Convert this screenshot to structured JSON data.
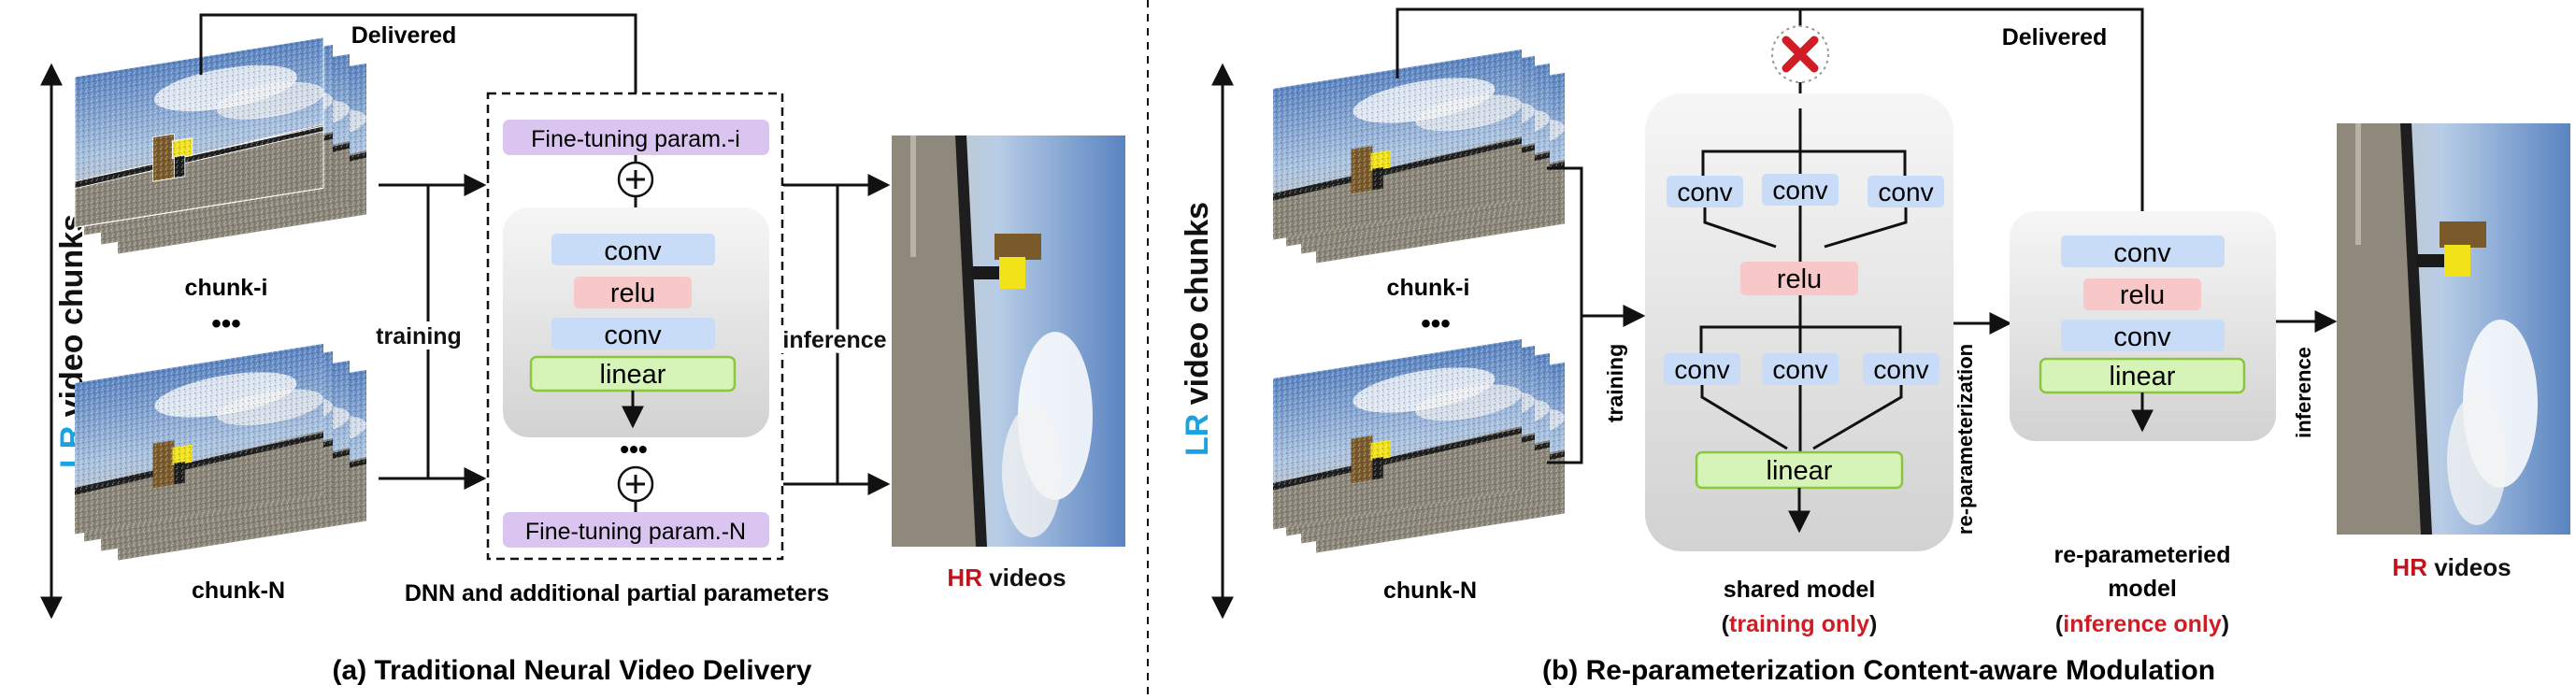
{
  "colors": {
    "lr_blue": "#1aa3e0",
    "hr_red": "#c0141c",
    "conv_fill": "#c9dcf7",
    "relu_fill": "#f8c8c8",
    "linear_fill": "#d6f3b8",
    "linear_stroke": "#8cc63f",
    "param_fill": "#d9c5ef",
    "x_red": "#d01c24"
  },
  "left": {
    "delivered": "Delivered",
    "axis_lr": "LR",
    "axis_rest": " video chunks",
    "chunk_i": "chunk-i",
    "dots": "•••",
    "chunk_n": "chunk-N",
    "training": "training",
    "inference": "inference",
    "param_top": "Fine-tuning param.-i",
    "param_bottom": "Fine-tuning param.-N",
    "layers": [
      "conv",
      "relu",
      "conv",
      "linear"
    ],
    "box_caption": "DNN and additional partial parameters",
    "hr_hr": "HR",
    "hr_rest": " videos",
    "caption": "(a) Traditional Neural Video Delivery"
  },
  "right": {
    "delivered": "Delivered",
    "axis_lr": "LR",
    "axis_rest": " video chunks",
    "chunk_i": "chunk-i",
    "dots": "•••",
    "chunk_n": "chunk-N",
    "training": "training",
    "reparam": "re-parameterization",
    "inference": "inference",
    "top_convs": [
      "conv",
      "conv",
      "conv"
    ],
    "relu": "relu",
    "bottom_convs": [
      "conv",
      "conv",
      "conv"
    ],
    "linear": "linear",
    "rep_layers": [
      "conv",
      "relu",
      "conv",
      "linear"
    ],
    "shared_line1": "shared model",
    "shared_paren_open": "(",
    "shared_red": "training only",
    "shared_paren_close": ")",
    "rep_line1": "re-parameteried",
    "rep_line2": "model",
    "rep_paren_open": "(",
    "rep_red": "inference only",
    "rep_paren_close": ")",
    "hr_hr": "HR",
    "hr_rest": " videos",
    "caption": "(b) Re-parameterization Content-aware Modulation"
  }
}
